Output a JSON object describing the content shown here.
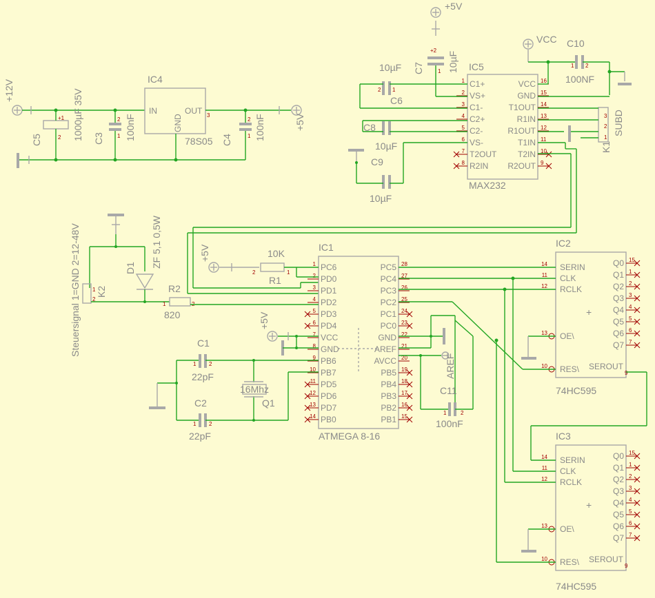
{
  "parts": {
    "ic4": {
      "name": "IC4",
      "value": "78S05",
      "pins": {
        "in": "IN",
        "gnd": "GND",
        "out": "OUT"
      }
    },
    "c5": {
      "name": "C5",
      "value": "1000µF 35V"
    },
    "c3": {
      "name": "C3",
      "value": "100nF"
    },
    "c4": {
      "name": "C4",
      "value": "100nF"
    },
    "ic5": {
      "name": "IC5",
      "value": "MAX232",
      "left_pins": [
        "C1+",
        "VS+",
        "C1-",
        "C2+",
        "C2-",
        "VS-",
        "T2OUT",
        "R2IN"
      ],
      "left_nums": [
        "1",
        "2",
        "3",
        "4",
        "5",
        "6",
        "7",
        "8"
      ],
      "right_pins": [
        "VCC",
        "GND",
        "T1OUT",
        "R1IN",
        "R1OUT",
        "T1IN",
        "T2IN",
        "R2OUT"
      ],
      "right_nums": [
        "16",
        "15",
        "14",
        "13",
        "12",
        "11",
        "10",
        "9"
      ]
    },
    "c6": {
      "name": "C6",
      "value": "10µF"
    },
    "c7": {
      "name": "C7",
      "value": "10µF"
    },
    "c8": {
      "name": "C8",
      "value": "10µF"
    },
    "c9": {
      "name": "C9",
      "value": "10µF"
    },
    "c10": {
      "name": "C10",
      "value": "100NF"
    },
    "k1": {
      "name": "K1",
      "value": "SUBD"
    },
    "ic1": {
      "name": "IC1",
      "value": "ATMEGA 8-16",
      "left_pins": [
        "PC6",
        "PD0",
        "PD1",
        "PD2",
        "PD3",
        "PD4",
        "VCC",
        "GND",
        "PB6",
        "PB7",
        "PD5",
        "PD6",
        "PD7",
        "PB0"
      ],
      "left_nums": [
        "1",
        "2",
        "3",
        "4",
        "5",
        "6",
        "7",
        "8",
        "9",
        "10",
        "11",
        "12",
        "13",
        "14"
      ],
      "right_pins": [
        "PC5",
        "PC4",
        "PC3",
        "PC2",
        "PC1",
        "PC0",
        "GND",
        "AREF",
        "AVCC",
        "PB5",
        "PB4",
        "PB3",
        "PB2",
        "PB1"
      ],
      "right_nums": [
        "28",
        "27",
        "26",
        "25",
        "24",
        "23",
        "22",
        "21",
        "20",
        "19",
        "18",
        "17",
        "16",
        "15"
      ]
    },
    "r1": {
      "name": "R1",
      "value": "10K"
    },
    "r2": {
      "name": "R2",
      "value": "820"
    },
    "d1": {
      "name": "D1",
      "value": "ZF 5,1 0,5W"
    },
    "k2": {
      "name": "K2",
      "value": "Steuersignal 1=GND 2=12-48V"
    },
    "c1": {
      "name": "C1",
      "value": "22pF"
    },
    "c2": {
      "name": "C2",
      "value": "22pF"
    },
    "q1": {
      "name": "Q1",
      "value": "16Mhz"
    },
    "c11": {
      "name": "C11",
      "value": "100nF"
    },
    "ic2": {
      "name": "IC2",
      "value": "74HC595"
    },
    "ic3": {
      "name": "IC3",
      "value": "74HC595"
    },
    "hc595": {
      "left_pins": [
        "SERIN",
        "CLK",
        "RCLK",
        "OE\\",
        "RES\\"
      ],
      "left_nums": [
        "14",
        "11",
        "12",
        "13",
        "10"
      ],
      "right_pins": [
        "Q0",
        "Q1",
        "Q2",
        "Q3",
        "Q4",
        "Q5",
        "Q6",
        "Q7"
      ],
      "right_nums": [
        "15",
        "1",
        "2",
        "3",
        "4",
        "5",
        "6",
        "7"
      ],
      "serout": "SEROUT",
      "serout_num": "9"
    }
  },
  "supplies": {
    "p12": "+12V",
    "p5": "+5V",
    "vcc": "VCC",
    "aref": "AREF"
  },
  "pins_small": {
    "one": "1",
    "two": "2",
    "three": "3"
  },
  "colors": {
    "background": "#fdfbd2",
    "wire": "#22a622",
    "symbol": "#a8a8a8",
    "pin_number": "#a00000"
  }
}
